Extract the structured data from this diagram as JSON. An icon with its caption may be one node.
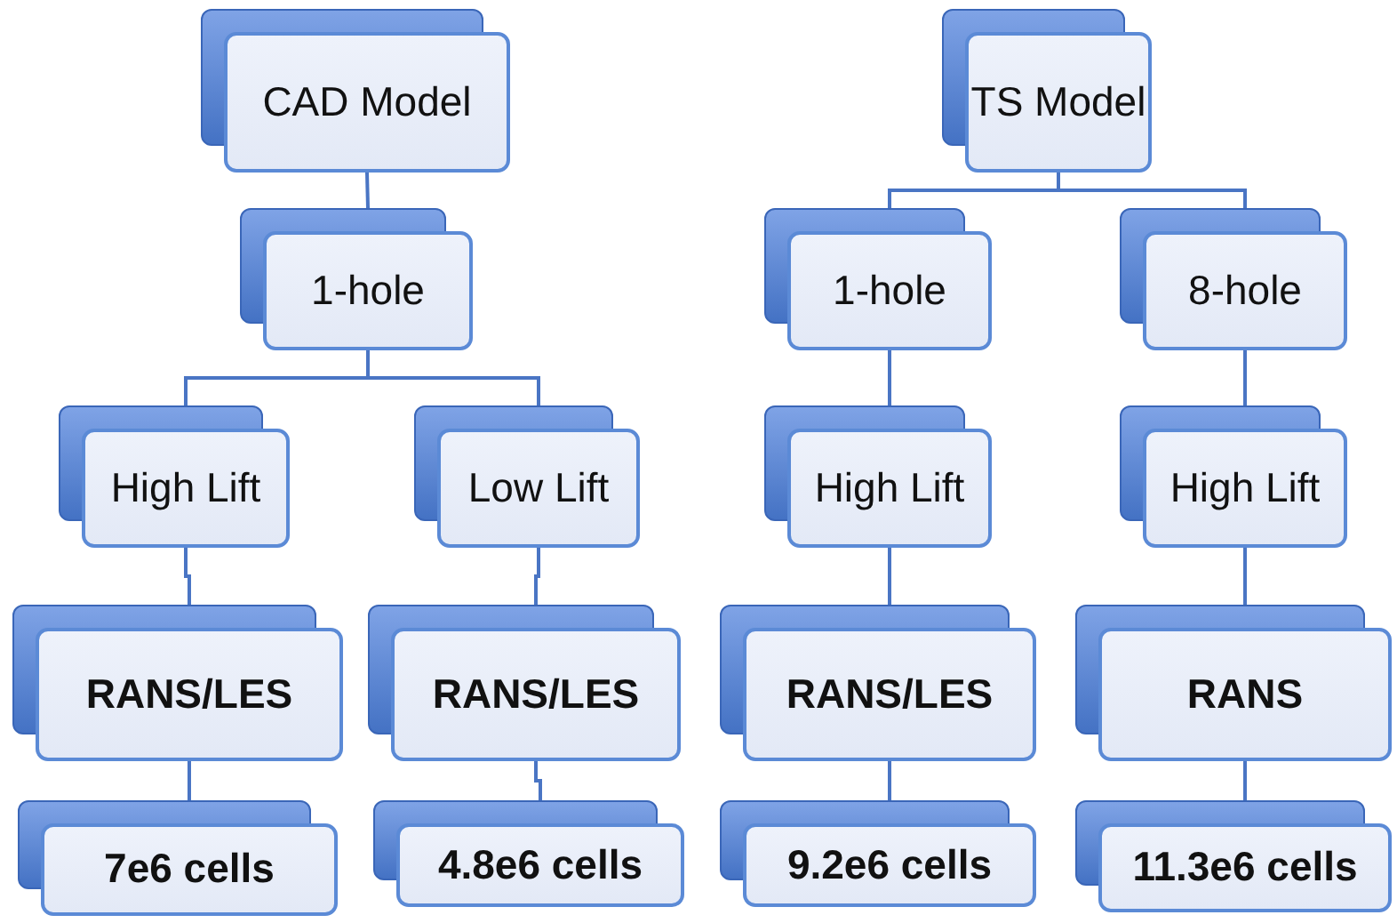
{
  "diagram": {
    "nodes": [
      {
        "text": [
          "CAD Model"
        ]
      },
      {
        "text": [
          "1-hole"
        ]
      },
      {
        "text": [
          "High Lift"
        ]
      },
      {
        "text": [
          "Low Lift"
        ]
      },
      {
        "text": [
          "RANS/LES"
        ]
      },
      {
        "text": [
          "RANS/LES"
        ]
      },
      {
        "text": [
          "7e6 cells"
        ]
      },
      {
        "text": [
          "4.8e6 cells"
        ]
      },
      {
        "text": [
          "TS Model"
        ]
      },
      {
        "text": [
          "1-hole"
        ]
      },
      {
        "text": [
          "8-hole"
        ]
      },
      {
        "text": [
          "High Lift"
        ]
      },
      {
        "text": [
          "High Lift"
        ]
      },
      {
        "text": [
          "RANS/LES"
        ]
      },
      {
        "text": [
          "RANS"
        ]
      },
      {
        "text": [
          "9.2e6 cells"
        ]
      },
      {
        "text": [
          "11.3e6 cells"
        ]
      }
    ],
    "edges": [
      {
        "from": 0,
        "to": 1,
        "arrow": "none"
      },
      {
        "from": 1,
        "to": 2,
        "arrow": "none"
      },
      {
        "from": 1,
        "to": 3,
        "arrow": "none"
      },
      {
        "from": 2,
        "to": 4,
        "arrow": "none"
      },
      {
        "from": 3,
        "to": 5,
        "arrow": "none"
      },
      {
        "from": 4,
        "to": 6,
        "arrow": "none"
      },
      {
        "from": 5,
        "to": 7,
        "arrow": "none"
      },
      {
        "from": 8,
        "to": 9,
        "arrow": "none"
      },
      {
        "from": 8,
        "to": 10,
        "arrow": "none"
      },
      {
        "from": 9,
        "to": 11,
        "arrow": "none"
      },
      {
        "from": 10,
        "to": 12,
        "arrow": "none"
      },
      {
        "from": 11,
        "to": 13,
        "arrow": "none"
      },
      {
        "from": 12,
        "to": 14,
        "arrow": "none"
      },
      {
        "from": 13,
        "to": 15,
        "arrow": "none"
      },
      {
        "from": 14,
        "to": 16,
        "arrow": "none"
      }
    ]
  }
}
